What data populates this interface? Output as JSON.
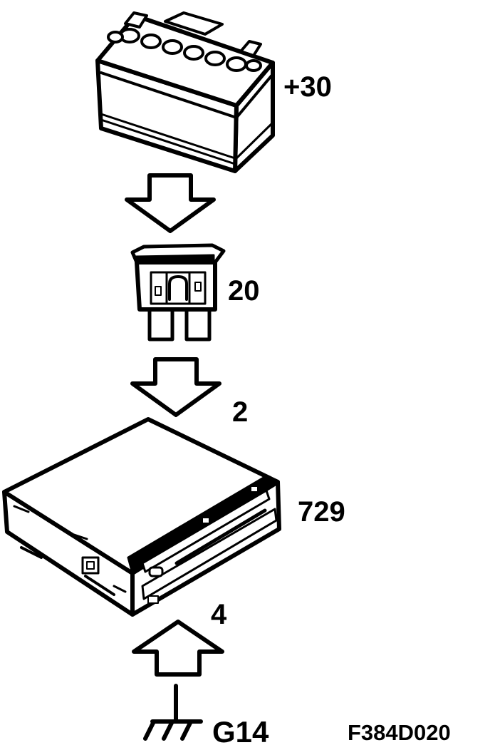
{
  "diagram": {
    "battery_label": "+30",
    "fuse_label": "20",
    "input_pin_label": "2",
    "module_label": "729",
    "ground_pin_label": "4",
    "ground_label": "G14",
    "figure_code": "F384D020"
  },
  "icons": {
    "battery": "car-battery-icon",
    "fuse": "blade-fuse-icon",
    "module": "control-module-icon",
    "ground": "ground-symbol-icon",
    "arrow_down": "arrow-down-icon",
    "arrow_up": "arrow-up-icon"
  },
  "colors": {
    "stroke": "#000000",
    "fill": "#ffffff",
    "shade": "#000000"
  }
}
